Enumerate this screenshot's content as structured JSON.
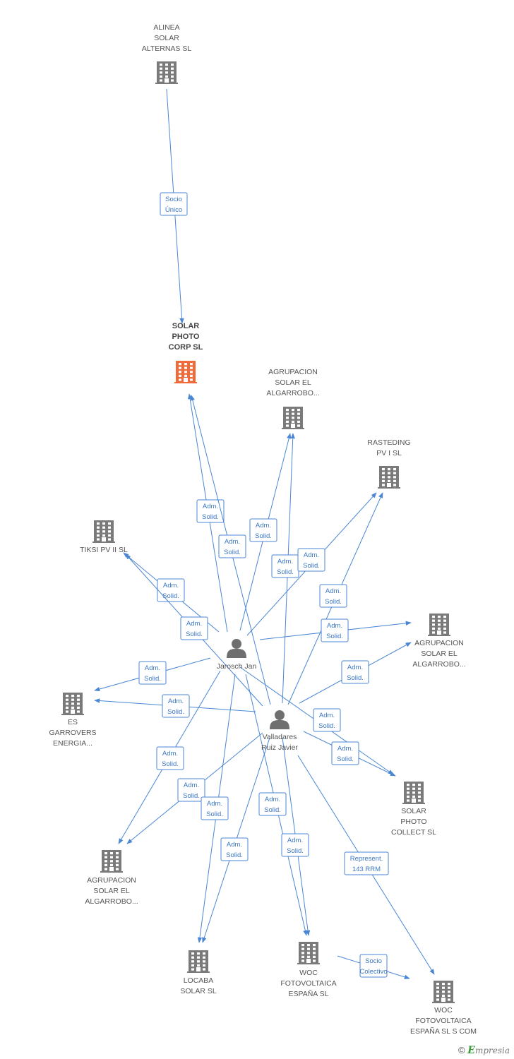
{
  "colors": {
    "edge": "#4a86d4",
    "company": "#7a7a7a",
    "focus": "#f26a3a",
    "person": "#6f6f6f"
  },
  "nodes": [
    {
      "id": "alinea",
      "kind": "company",
      "lines": [
        "ALINEA",
        "SOLAR",
        "ALTERNAS SL"
      ]
    },
    {
      "id": "solarphoto",
      "kind": "focus",
      "lines": [
        "SOLAR",
        "PHOTO",
        "CORP SL"
      ]
    },
    {
      "id": "agrup1",
      "kind": "company",
      "lines": [
        "AGRUPACION",
        "SOLAR EL",
        "ALGARROBO..."
      ]
    },
    {
      "id": "rasteding",
      "kind": "company",
      "lines": [
        "RASTEDING",
        "PV I SL"
      ]
    },
    {
      "id": "tiksi",
      "kind": "company",
      "lines": [
        "TIKSI PV II SL"
      ]
    },
    {
      "id": "agrup2",
      "kind": "company",
      "lines": [
        "AGRUPACION",
        "SOLAR EL",
        "ALGARROBO..."
      ]
    },
    {
      "id": "garrovers",
      "kind": "company",
      "lines": [
        "ES",
        "GARROVERS",
        "ENERGIA..."
      ]
    },
    {
      "id": "collect",
      "kind": "company",
      "lines": [
        "SOLAR",
        "PHOTO",
        "COLLECT SL"
      ]
    },
    {
      "id": "agrup3",
      "kind": "company",
      "lines": [
        "AGRUPACION",
        "SOLAR EL",
        "ALGARROBO..."
      ]
    },
    {
      "id": "locaba",
      "kind": "company",
      "lines": [
        "LOCABA",
        "SOLAR SL"
      ]
    },
    {
      "id": "woc",
      "kind": "company",
      "lines": [
        "WOC",
        "FOTOVOLTAICA",
        "ESPAÑA SL"
      ]
    },
    {
      "id": "woccom",
      "kind": "company",
      "lines": [
        "WOC",
        "FOTOVOLTAICA",
        "ESPAÑA SL S COM"
      ]
    },
    {
      "id": "jarosch",
      "kind": "person",
      "lines": [
        "Jarosch Jan"
      ]
    },
    {
      "id": "valladares",
      "kind": "person",
      "lines": [
        "Valladares",
        "Ruiz Javier"
      ]
    }
  ],
  "edges": [
    {
      "from": "alinea",
      "to": "solarphoto",
      "lines": [
        "Socio",
        "Único"
      ]
    },
    {
      "from": "jarosch",
      "to": "solarphoto",
      "lines": [
        "Adm.",
        "Solid."
      ]
    },
    {
      "from": "valladares",
      "to": "solarphoto",
      "lines": [
        "Adm.",
        "Solid."
      ]
    },
    {
      "from": "jarosch",
      "to": "agrup1",
      "lines": [
        "Adm.",
        "Solid."
      ]
    },
    {
      "from": "valladares",
      "to": "agrup1",
      "lines": [
        "Adm.",
        "Solid."
      ]
    },
    {
      "from": "jarosch",
      "to": "rasteding",
      "lines": [
        "Adm.",
        "Solid."
      ]
    },
    {
      "from": "valladares",
      "to": "rasteding",
      "lines": [
        "Adm.",
        "Solid."
      ]
    },
    {
      "from": "jarosch",
      "to": "tiksi",
      "lines": [
        "Adm.",
        "Solid."
      ]
    },
    {
      "from": "valladares",
      "to": "tiksi",
      "lines": [
        "Adm.",
        "Solid."
      ]
    },
    {
      "from": "jarosch",
      "to": "agrup2",
      "lines": [
        "Adm.",
        "Solid."
      ]
    },
    {
      "from": "valladares",
      "to": "agrup2",
      "lines": [
        "Adm.",
        "Solid."
      ]
    },
    {
      "from": "jarosch",
      "to": "garrovers",
      "lines": [
        "Adm.",
        "Solid."
      ]
    },
    {
      "from": "valladares",
      "to": "garrovers",
      "lines": [
        "Adm.",
        "Solid."
      ]
    },
    {
      "from": "jarosch",
      "to": "collect",
      "lines": [
        "Adm.",
        "Solid."
      ]
    },
    {
      "from": "valladares",
      "to": "collect",
      "lines": [
        "Adm.",
        "Solid."
      ]
    },
    {
      "from": "jarosch",
      "to": "agrup3",
      "lines": [
        "Adm.",
        "Solid."
      ]
    },
    {
      "from": "valladares",
      "to": "agrup3",
      "lines": [
        "Adm.",
        "Solid."
      ]
    },
    {
      "from": "jarosch",
      "to": "locaba",
      "lines": [
        "Adm.",
        "Solid."
      ]
    },
    {
      "from": "valladares",
      "to": "locaba",
      "lines": [
        "Adm.",
        "Solid."
      ]
    },
    {
      "from": "jarosch",
      "to": "woc",
      "lines": [
        "Adm.",
        "Solid."
      ]
    },
    {
      "from": "valladares",
      "to": "woc",
      "lines": [
        "Adm.",
        "Solid."
      ]
    },
    {
      "from": "valladares",
      "to": "woccom",
      "lines": [
        "Represent.",
        "143 RRM"
      ]
    },
    {
      "from": "woc",
      "to": "woccom",
      "lines": [
        "Socio",
        "Colectivo"
      ]
    }
  ],
  "footer": {
    "copyright": "©",
    "brand_initial": "E",
    "brand_rest": "mpresia"
  }
}
